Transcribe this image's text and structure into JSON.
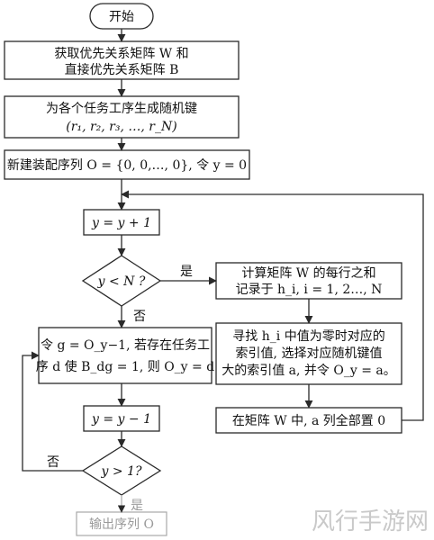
{
  "colors": {
    "stroke": "#2a2a2a",
    "text": "#111111",
    "faded": "#9a9a9a",
    "watermark": "#c9c9c9"
  },
  "nodes": {
    "start": "开始",
    "get_matrices_1": "获取优先关系矩阵 W 和",
    "get_matrices_2": "直接优先关系矩阵 B",
    "random_keys_1": "为各个任务工序生成随机键",
    "random_keys_2": "(r₁, r₂, r₃, …, r_N)",
    "new_sequence": "新建装配序列 O = {0, 0,…, 0}, 令 y = 0",
    "y_increment": "y = y + 1",
    "condition_y_lt_n": "y < N ?",
    "row_sum_1": "计算矩阵 W 的每行之和",
    "row_sum_2": "记录于 h_i, i = 1, 2…, N",
    "find_index_1": "寻找 h_i 中值为零时对应的",
    "find_index_2": "索引值, 选择对应随机键值",
    "find_index_3": "大的索引值 a, 并令 O_y = a。",
    "zero_column": "在矩阵 W 中, a 列全部置 0",
    "assign_1": "令 g = O_y−1, 若存在任务工",
    "assign_2": "序 d 使 B_dg = 1, 则 O_y = d",
    "y_decrement": "y = y − 1",
    "condition_y_gt_1": "y > 1?",
    "output": "输出序列 O"
  },
  "labels": {
    "yes_right": "是",
    "no_down": "否",
    "no_left": "否",
    "yes_down": "是"
  },
  "watermark": "风行手游网"
}
